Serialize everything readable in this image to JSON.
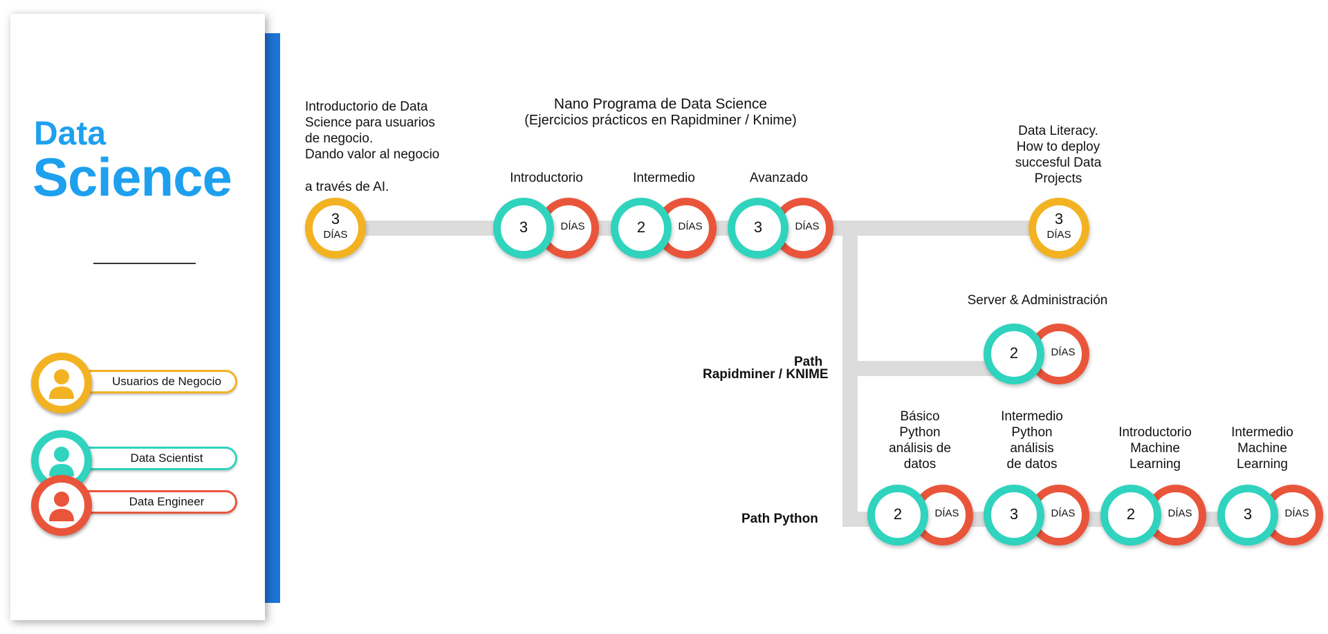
{
  "sidebar": {
    "title_line1": "Data",
    "title_line2": "Science",
    "legend": [
      {
        "label": "Usuarios de Negocio",
        "color": "#f2b222"
      },
      {
        "label": "Data Scientist",
        "color": "#30d3bd"
      },
      {
        "label": "Data Engineer",
        "color": "#e9553b"
      }
    ]
  },
  "colors": {
    "yellow": "#f2b222",
    "teal": "#30d3bd",
    "red": "#e9553b",
    "blue": "#1ea0ef",
    "connector": "#dcdcdc"
  },
  "unit": "DÍAS",
  "nodes": {
    "intro_business": {
      "text_lines": [
        "Introductorio de Data",
        "Science para usuarios",
        "de negocio.",
        "Dando valor al negocio"
      ],
      "text_last": "a través de AI.",
      "days": "3"
    },
    "nano": {
      "title": "Nano Programa de Data Science",
      "subtitle": "(Ejercicios prácticos en Rapidminer / Knime)"
    },
    "introductorio": {
      "label": "Introductorio",
      "days": "3"
    },
    "intermedio": {
      "label": "Intermedio",
      "days": "2"
    },
    "avanzado": {
      "label": "Avanzado",
      "days": "3"
    },
    "literacy": {
      "text_lines": [
        "Data Literacy.",
        "How to deploy",
        "succesful Data",
        "Projects"
      ],
      "days": "3"
    },
    "server": {
      "label": "Server & Administración",
      "days": "2"
    },
    "path_rapid_line1": "Path",
    "path_rapid_line2": "Rapidminer / KNIME",
    "path_python": "Path Python",
    "basico_python": {
      "text_lines": [
        "Básico",
        "Python",
        "análisis de",
        "datos"
      ],
      "days": "2"
    },
    "intermedio_python": {
      "text_lines": [
        "Intermedio",
        "Python",
        "análisis",
        "de datos"
      ],
      "days": "3"
    },
    "intro_ml": {
      "text_lines": [
        "Introductorio",
        "Machine",
        "Learning"
      ],
      "days": "2"
    },
    "intermedio_ml": {
      "text_lines": [
        "Intermedio",
        "Machine",
        "Learning"
      ],
      "days": "3"
    }
  }
}
